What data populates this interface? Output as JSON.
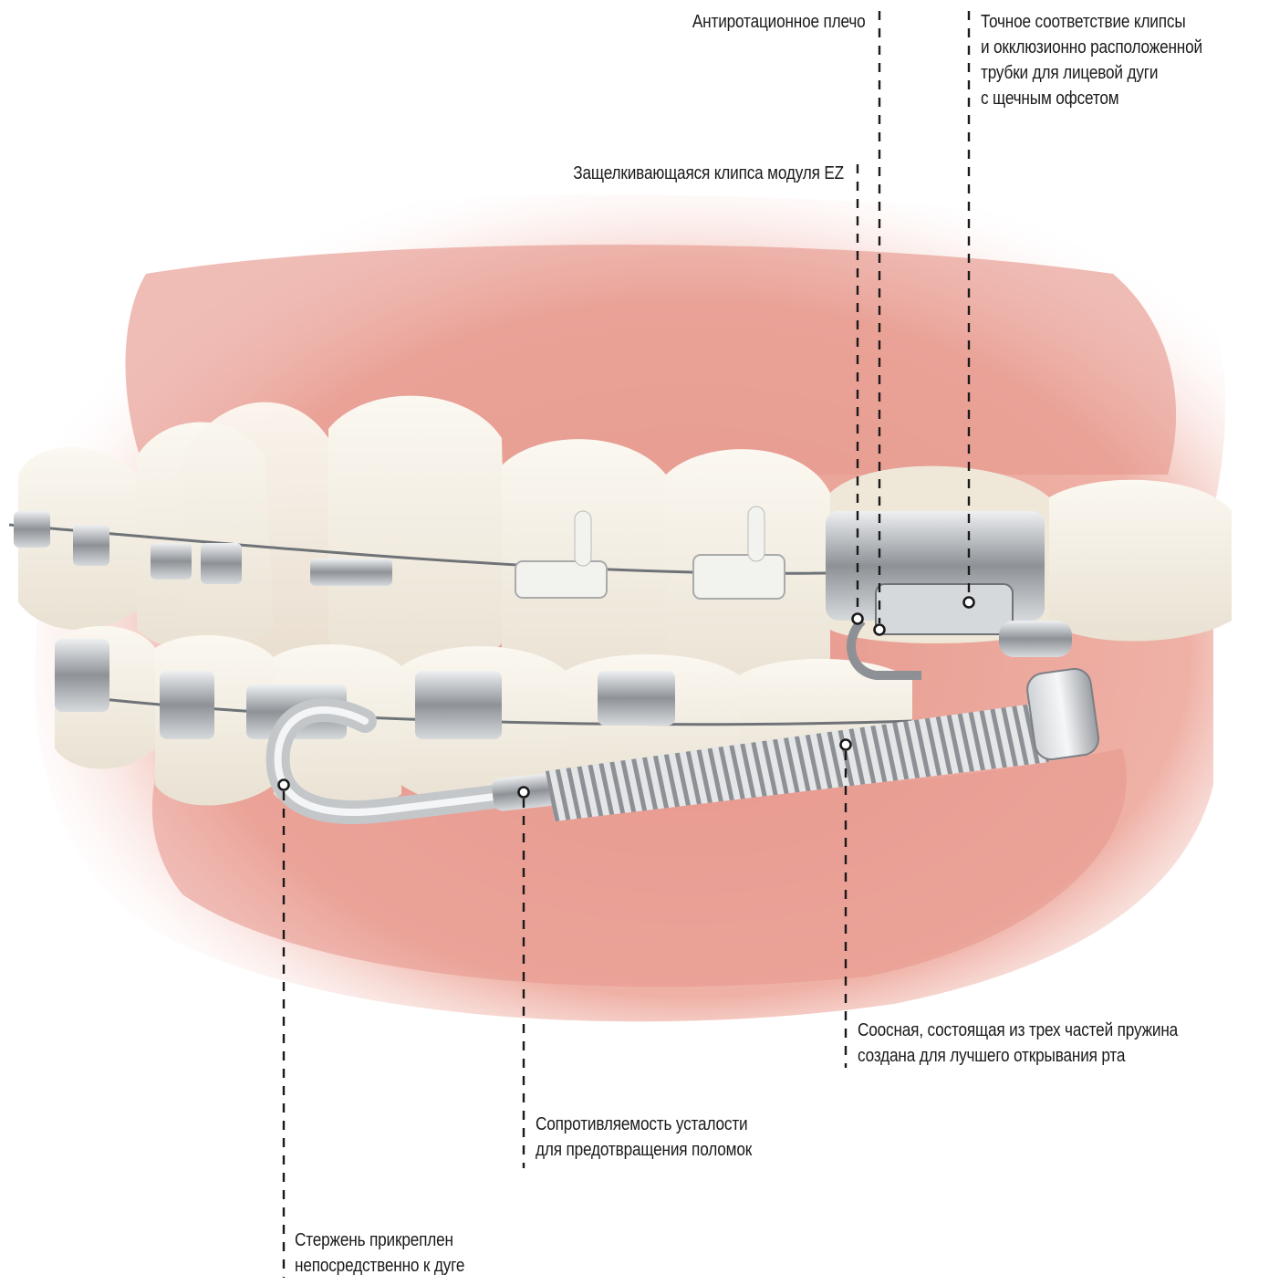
{
  "callouts": [
    {
      "id": "antirotation",
      "lines": [
        "Антиротационное плечо"
      ]
    },
    {
      "id": "clip-fit",
      "lines": [
        "Точное соответствие клипсы",
        "и окклюзионно расположенной",
        "трубки для лицевой дуги",
        "с щечным офсетом"
      ]
    },
    {
      "id": "ez-clip",
      "lines": [
        "Защелкивающаяся клипса модуля EZ"
      ]
    },
    {
      "id": "spring",
      "lines": [
        "Соосная, состоящая из трех частей пружина",
        "создана для лучшего открывания рта"
      ]
    },
    {
      "id": "fatigue",
      "lines": [
        "Сопротивляемость усталости",
        "для предотвращения поломок"
      ]
    },
    {
      "id": "rod",
      "lines": [
        "Стержень прикреплен",
        "непосредственно к дуге"
      ]
    }
  ],
  "colors": {
    "gum": "#e79a8f",
    "gum_light": "#f6cdc4",
    "tooth": "#f4efe4",
    "metal": "#b9bcc0",
    "leader": "#1a1a1a"
  }
}
